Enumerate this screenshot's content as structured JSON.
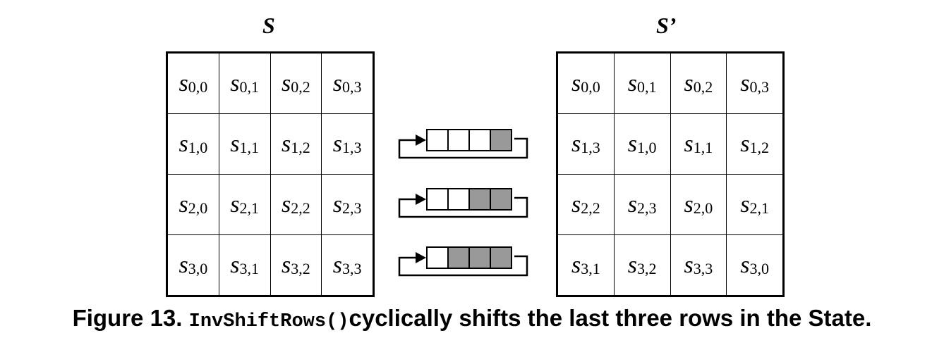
{
  "figure": {
    "left_state_title": "S",
    "right_state_title": "S’",
    "caption_prefix": "Figure 13.",
    "caption_code": "InvShiftRows()",
    "caption_suffix": "cyclically shifts the last three rows in the State."
  },
  "left_state": [
    [
      {
        "base": "s",
        "sub": "0,0"
      },
      {
        "base": "s",
        "sub": "0,1"
      },
      {
        "base": "s",
        "sub": "0,2"
      },
      {
        "base": "s",
        "sub": "0,3"
      }
    ],
    [
      {
        "base": "s",
        "sub": "1,0"
      },
      {
        "base": "s",
        "sub": "1,1"
      },
      {
        "base": "s",
        "sub": "1,2"
      },
      {
        "base": "s",
        "sub": "1,3"
      }
    ],
    [
      {
        "base": "s",
        "sub": "2,0"
      },
      {
        "base": "s",
        "sub": "2,1"
      },
      {
        "base": "s",
        "sub": "2,2"
      },
      {
        "base": "s",
        "sub": "2,3"
      }
    ],
    [
      {
        "base": "s",
        "sub": "3,0"
      },
      {
        "base": "s",
        "sub": "3,1"
      },
      {
        "base": "s",
        "sub": "3,2"
      },
      {
        "base": "s",
        "sub": "3,3"
      }
    ]
  ],
  "right_state": [
    [
      {
        "base": "s",
        "sub": "0,0"
      },
      {
        "base": "s",
        "sub": "0,1"
      },
      {
        "base": "s",
        "sub": "0,2"
      },
      {
        "base": "s",
        "sub": "0,3"
      }
    ],
    [
      {
        "base": "s",
        "sub": "1,3"
      },
      {
        "base": "s",
        "sub": "1,0"
      },
      {
        "base": "s",
        "sub": "1,1"
      },
      {
        "base": "s",
        "sub": "1,2"
      }
    ],
    [
      {
        "base": "s",
        "sub": "2,2"
      },
      {
        "base": "s",
        "sub": "2,3"
      },
      {
        "base": "s",
        "sub": "2,0"
      },
      {
        "base": "s",
        "sub": "2,1"
      }
    ],
    [
      {
        "base": "s",
        "sub": "3,1"
      },
      {
        "base": "s",
        "sub": "3,2"
      },
      {
        "base": "s",
        "sub": "3,3"
      },
      {
        "base": "s",
        "sub": "3,0"
      }
    ]
  ],
  "shift_indicators": [
    {
      "row": 1,
      "shaded_cells": [
        false,
        false,
        false,
        true
      ]
    },
    {
      "row": 2,
      "shaded_cells": [
        false,
        false,
        true,
        true
      ]
    },
    {
      "row": 3,
      "shaded_cells": [
        false,
        true,
        true,
        true
      ]
    }
  ],
  "colors": {
    "shaded": "#999999",
    "line": "#000000",
    "background": "#ffffff"
  }
}
